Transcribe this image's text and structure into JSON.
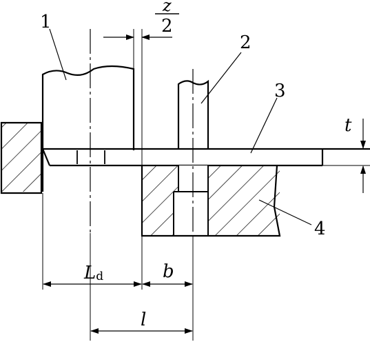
{
  "labels": {
    "part1": "1",
    "part2": "2",
    "part3": "3",
    "part4": "4"
  },
  "dimensions": {
    "z_num": "z",
    "z_den": "2",
    "t": "t",
    "Ld_main": "L",
    "Ld_sub": "d",
    "b": "b",
    "l": "l"
  }
}
